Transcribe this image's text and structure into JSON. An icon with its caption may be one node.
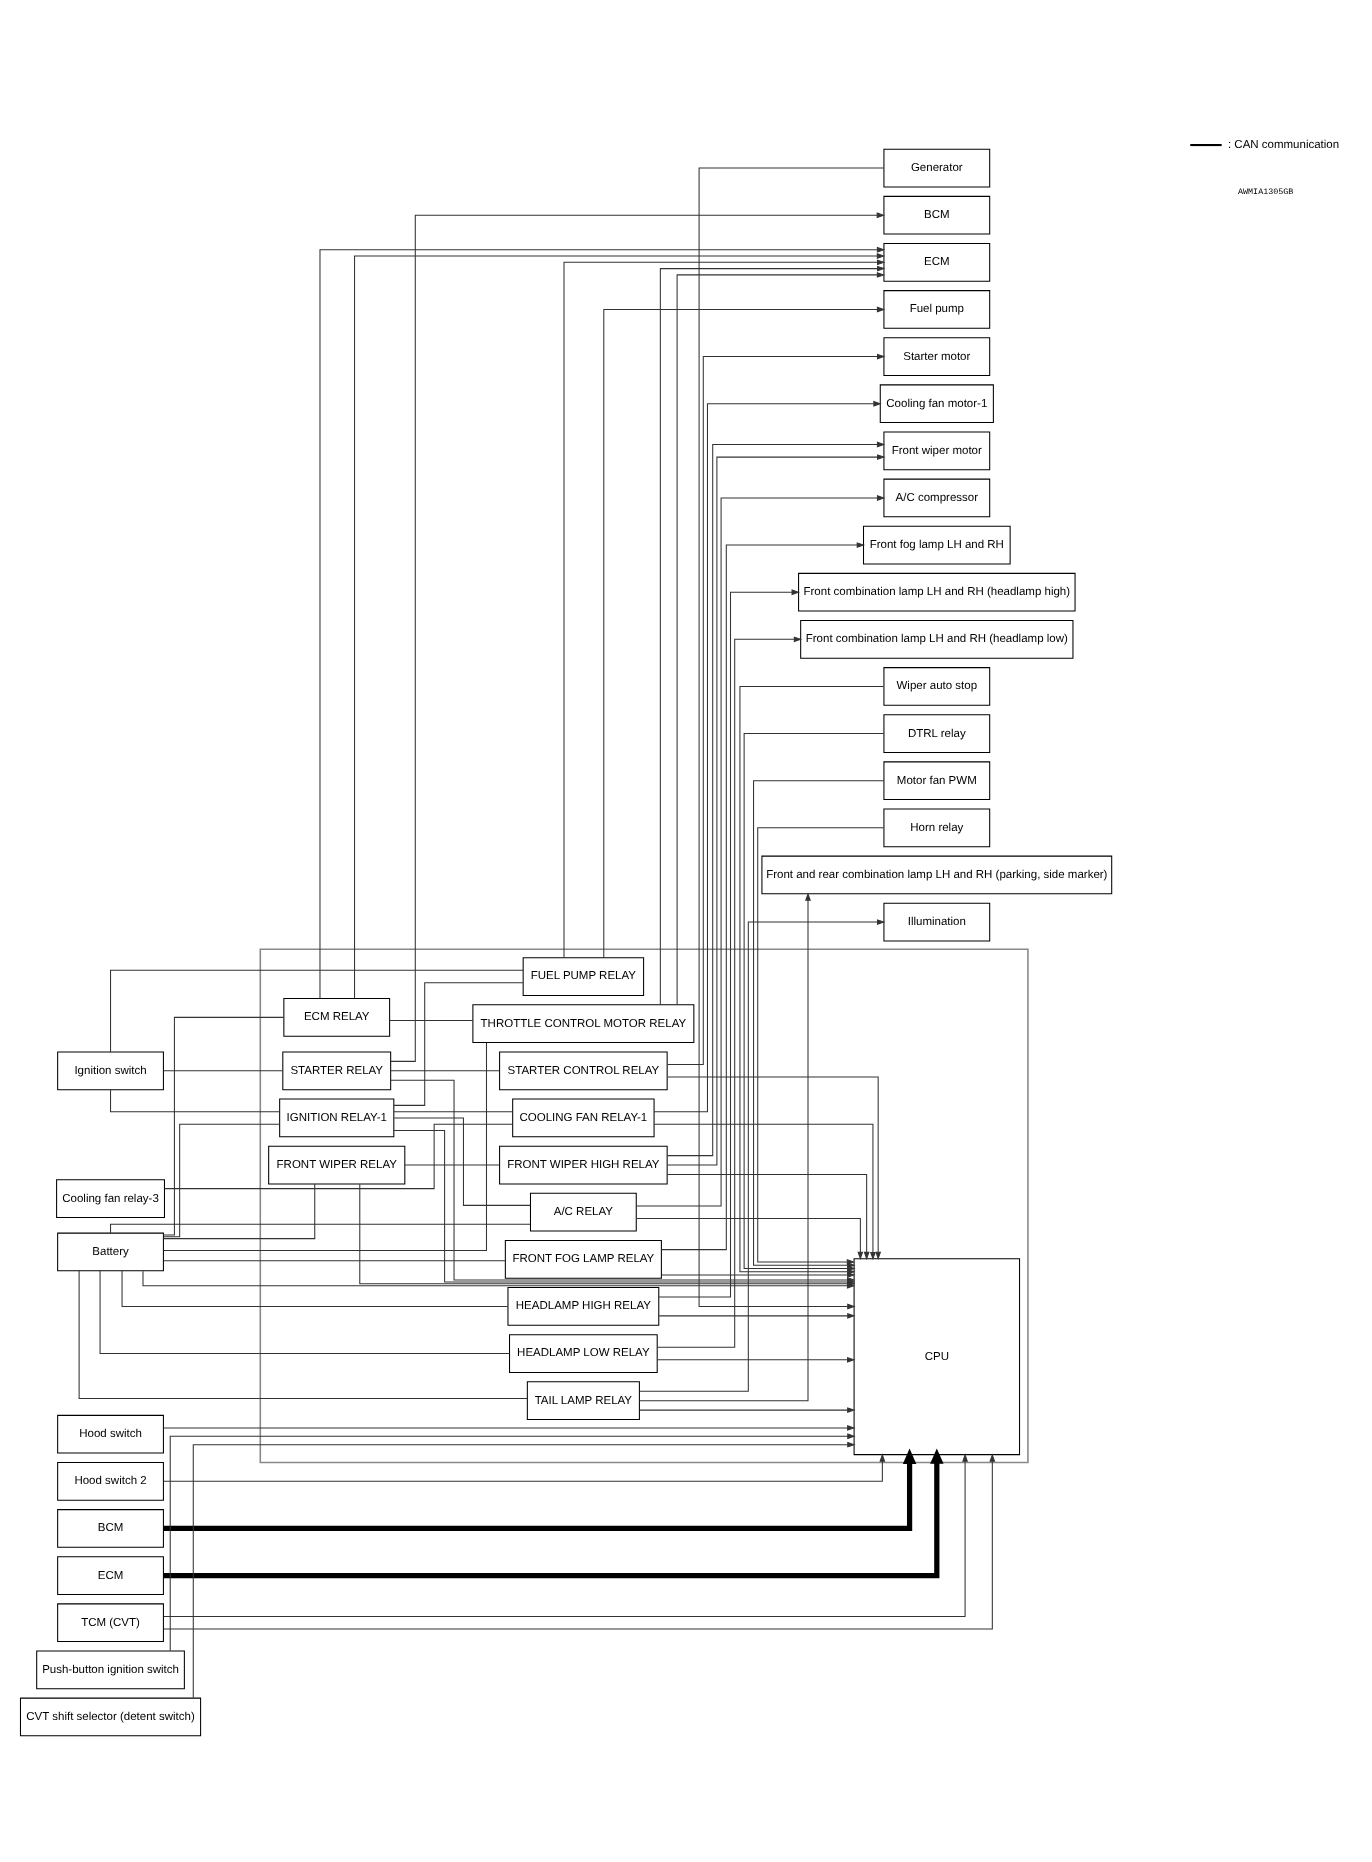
{
  "diagram": {
    "nodes": [
      {
        "text": [
          "Battery"
        ]
      },
      {
        "text": [],
        "shape": "box"
      },
      {
        "text": [
          "FRONT FOG LAMP RELAY"
        ],
        "in": 1
      },
      {
        "text": [
          "HEADLAMP HIGH RELAY"
        ],
        "in": 1
      },
      {
        "text": [
          "HEADLAMP LOW RELAY"
        ],
        "in": 1
      },
      {
        "text": [
          "TAIL LAMP RELAY"
        ],
        "in": 1
      },
      {
        "text": [
          "FRONT WIPER RELAY"
        ],
        "in": 1
      },
      {
        "text": [
          "FRONT WIPER HIGH RELAY"
        ],
        "in": 1
      },
      {
        "text": [
          "COOLING FAN RELAY-1"
        ],
        "in": 1
      },
      {
        "text": [
          "A/C RELAY"
        ],
        "in": 1
      },
      {
        "text": [
          "IGNITION RELAY-1"
        ],
        "in": 1
      },
      {
        "text": [
          "FUEL PUMP RELAY"
        ],
        "in": 1
      },
      {
        "text": [
          "ECM RELAY"
        ],
        "in": 1
      },
      {
        "text": [
          "THROTTLE CONTROL MOTOR RELAY"
        ],
        "in": 1
      },
      {
        "text": [
          "STARTER RELAY"
        ],
        "in": 1
      },
      {
        "text": [
          "STARTER CONTROL RELAY"
        ],
        "in": 1
      },
      {
        "text": [
          "CPU"
        ],
        "in": 1
      },
      {
        "text": [
          "Front fog lamp LH and RH"
        ]
      },
      {
        "text": [
          "Front combination lamp LH and RH (headlamp high)"
        ]
      },
      {
        "text": [
          "Front combination lamp LH and RH (headlamp low)"
        ]
      },
      {
        "text": [
          "Front and rear combination lamp LH and RH (parking, side marker)"
        ]
      },
      {
        "text": [
          "Illumination"
        ]
      },
      {
        "text": [
          "Front wiper motor"
        ]
      },
      {
        "text": [
          "Cooling fan relay-3"
        ]
      },
      {
        "text": [
          "Cooling fan motor-1"
        ]
      },
      {
        "text": [
          "A/C compressor"
        ]
      },
      {
        "text": [
          "Fuel pump"
        ]
      },
      {
        "text": [
          "Ignition switch"
        ]
      },
      {
        "text": [
          "ECM"
        ]
      },
      {
        "text": [
          "BCM"
        ]
      },
      {
        "text": [
          "Starter motor"
        ]
      },
      {
        "text": [
          "ECM"
        ]
      },
      {
        "text": [
          "BCM"
        ]
      },
      {
        "text": [
          "TCM (CVT)"
        ]
      },
      {
        "text": [
          "Push-button ignition switch"
        ]
      },
      {
        "text": [
          "Horn relay"
        ]
      },
      {
        "text": [
          "CVT shift selector (detent switch)"
        ]
      },
      {
        "text": [
          "Motor fan PWM"
        ]
      },
      {
        "text": [
          "DTRL relay"
        ]
      },
      {
        "text": [
          "Hood switch"
        ]
      },
      {
        "text": [
          "Wiper auto stop"
        ]
      },
      {
        "text": [
          "Hood switch 2"
        ]
      },
      {
        "text": [
          "Generator"
        ]
      }
    ],
    "edges": [
      {
        "from": 0,
        "to": 2,
        "arrow": "none"
      },
      {
        "from": 0,
        "to": 3,
        "arrow": "none"
      },
      {
        "from": 0,
        "to": 4,
        "arrow": "none"
      },
      {
        "from": 0,
        "to": 5,
        "arrow": "none"
      },
      {
        "from": 0,
        "to": 6,
        "arrow": "none"
      },
      {
        "from": 0,
        "to": 9,
        "arrow": "none"
      },
      {
        "from": 0,
        "to": 10,
        "arrow": "none"
      },
      {
        "from": 0,
        "to": 12,
        "arrow": "none"
      },
      {
        "from": 0,
        "to": 13,
        "arrow": "none"
      },
      {
        "from": 0,
        "to": 16,
        "arrow": "to"
      },
      {
        "from": 2,
        "to": 17,
        "arrow": "to"
      },
      {
        "from": 3,
        "to": 18,
        "arrow": "to"
      },
      {
        "from": 4,
        "to": 19,
        "arrow": "to"
      },
      {
        "from": 5,
        "to": 20,
        "arrow": "to"
      },
      {
        "from": 5,
        "to": 21,
        "arrow": "to"
      },
      {
        "from": 6,
        "to": 7,
        "arrow": "none"
      },
      {
        "from": 7,
        "to": 22,
        "arrow": "to"
      },
      {
        "from": 7,
        "to": 22,
        "arrow": "to"
      },
      {
        "from": 23,
        "to": 8,
        "arrow": "none"
      },
      {
        "from": 8,
        "to": 24,
        "arrow": "to"
      },
      {
        "from": 10,
        "to": 8,
        "arrow": "none"
      },
      {
        "from": 10,
        "to": 9,
        "arrow": "none"
      },
      {
        "from": 10,
        "to": 11,
        "arrow": "none"
      },
      {
        "from": 9,
        "to": 25,
        "arrow": "to"
      },
      {
        "from": 11,
        "to": 26,
        "arrow": "to"
      },
      {
        "from": 27,
        "to": 10,
        "arrow": "none"
      },
      {
        "from": 27,
        "to": 11,
        "arrow": "none"
      },
      {
        "from": 27,
        "to": 14,
        "arrow": "none"
      },
      {
        "from": 11,
        "to": 28,
        "arrow": "to"
      },
      {
        "from": 12,
        "to": 28,
        "arrow": "to"
      },
      {
        "from": 12,
        "to": 28,
        "arrow": "to"
      },
      {
        "from": 12,
        "to": 13,
        "arrow": "none"
      },
      {
        "from": 13,
        "to": 28,
        "arrow": "to"
      },
      {
        "from": 13,
        "to": 28,
        "arrow": "to"
      },
      {
        "from": 14,
        "to": 15,
        "arrow": "none"
      },
      {
        "from": 15,
        "to": 30,
        "arrow": "to"
      },
      {
        "from": 14,
        "to": 32,
        "arrow": "to"
      },
      {
        "from": 2,
        "to": 16,
        "arrow": "to"
      },
      {
        "from": 3,
        "to": 16,
        "arrow": "to"
      },
      {
        "from": 4,
        "to": 16,
        "arrow": "to"
      },
      {
        "from": 5,
        "to": 16,
        "arrow": "to"
      },
      {
        "from": 6,
        "to": 16,
        "arrow": "to"
      },
      {
        "from": 7,
        "to": 16,
        "arrow": "to"
      },
      {
        "from": 8,
        "to": 16,
        "arrow": "to"
      },
      {
        "from": 9,
        "to": 16,
        "arrow": "to"
      },
      {
        "from": 10,
        "to": 16,
        "arrow": "to"
      },
      {
        "from": 15,
        "to": 16,
        "arrow": "to"
      },
      {
        "from": 14,
        "to": 16,
        "arrow": "to"
      },
      {
        "from": 29,
        "to": 16,
        "arrow": "to",
        "style": "thick"
      },
      {
        "from": 31,
        "to": 16,
        "arrow": "to",
        "style": "thick"
      },
      {
        "from": 33,
        "to": 16,
        "arrow": "to"
      },
      {
        "from": 33,
        "to": 16,
        "arrow": "to"
      },
      {
        "from": 34,
        "to": 16,
        "arrow": "to"
      },
      {
        "from": 36,
        "to": 16,
        "arrow": "to"
      },
      {
        "from": 39,
        "to": 16,
        "arrow": "to"
      },
      {
        "from": 41,
        "to": 16,
        "arrow": "to"
      },
      {
        "from": 35,
        "to": 16,
        "arrow": "to"
      },
      {
        "from": 37,
        "to": 16,
        "arrow": "to"
      },
      {
        "from": 38,
        "to": 16,
        "arrow": "to"
      },
      {
        "from": 40,
        "to": 16,
        "arrow": "to"
      },
      {
        "from": 42,
        "to": 16,
        "arrow": "to"
      }
    ],
    "labels": [
      "AWMIA1305GB"
    ],
    "legend": [
      {
        "text": ": CAN communication"
      }
    ]
  }
}
